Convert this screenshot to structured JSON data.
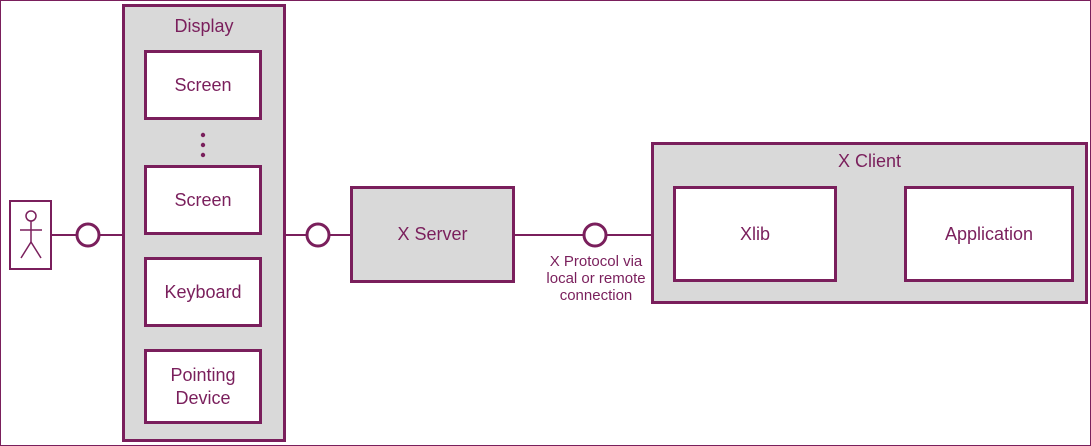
{
  "display": {
    "title": "Display",
    "screen_1": "Screen",
    "ellipsis": "⋮",
    "screen_2": "Screen",
    "keyboard": "Keyboard",
    "pointing_device_line1": "Pointing",
    "pointing_device_line2": "Device"
  },
  "x_server": {
    "label": "X Server"
  },
  "connection": {
    "label_line1": "X Protocol via",
    "label_line2": "local or remote",
    "label_line3": "connection"
  },
  "x_client": {
    "title": "X Client",
    "xlib": "Xlib",
    "application": "Application"
  },
  "icons": {
    "user": "actor-icon",
    "interface": "interface-circle-icon"
  },
  "colors": {
    "stroke": "#7a1f5c",
    "container_fill": "#d9d9d9",
    "box_fill": "#ffffff"
  }
}
